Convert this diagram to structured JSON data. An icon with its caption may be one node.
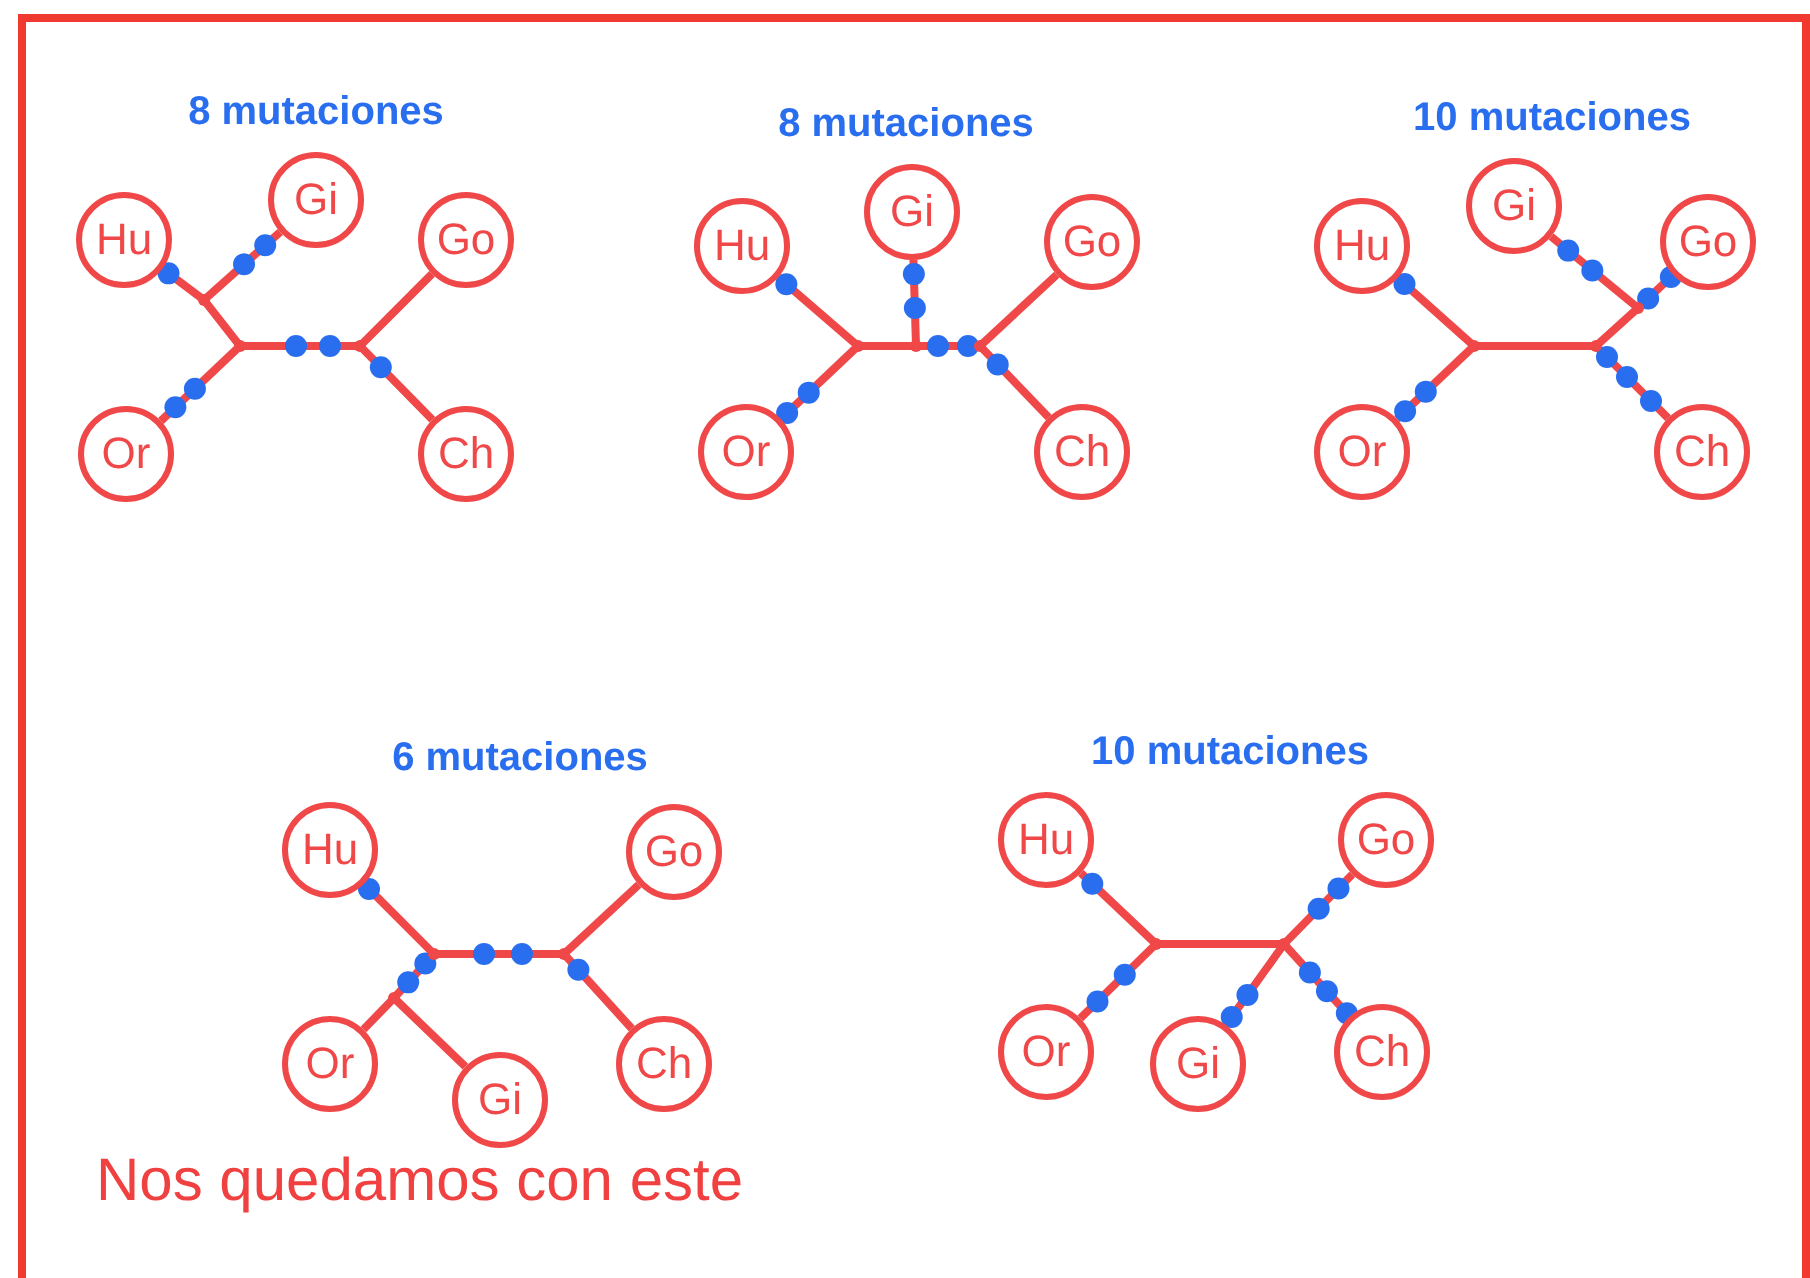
{
  "diagram": {
    "nodes": [
      {
        "text": [
          "Hu"
        ]
      },
      {
        "text": [
          "Gi"
        ]
      },
      {
        "text": [
          "Go"
        ]
      },
      {
        "text": [
          "Or"
        ]
      },
      {
        "text": [
          "Ch"
        ]
      },
      {
        "text": [],
        "shape": "point"
      },
      {
        "text": [],
        "shape": "point"
      },
      {
        "text": [],
        "shape": "point"
      },
      {
        "text": [
          "Hu"
        ]
      },
      {
        "text": [
          "Gi"
        ]
      },
      {
        "text": [
          "Go"
        ]
      },
      {
        "text": [
          "Or"
        ]
      },
      {
        "text": [
          "Ch"
        ]
      },
      {
        "text": [],
        "shape": "point"
      },
      {
        "text": [],
        "shape": "point"
      },
      {
        "text": [],
        "shape": "point"
      },
      {
        "text": [
          "Hu"
        ]
      },
      {
        "text": [
          "Gi"
        ]
      },
      {
        "text": [
          "Go"
        ]
      },
      {
        "text": [
          "Or"
        ]
      },
      {
        "text": [
          "Ch"
        ]
      },
      {
        "text": [],
        "shape": "point"
      },
      {
        "text": [],
        "shape": "point"
      },
      {
        "text": [],
        "shape": "point"
      },
      {
        "text": [
          "Hu"
        ]
      },
      {
        "text": [
          "Go"
        ]
      },
      {
        "text": [
          "Or"
        ]
      },
      {
        "text": [
          "Gi"
        ]
      },
      {
        "text": [
          "Ch"
        ]
      },
      {
        "text": [],
        "shape": "point"
      },
      {
        "text": [],
        "shape": "point"
      },
      {
        "text": [],
        "shape": "point"
      },
      {
        "text": [
          "Hu"
        ]
      },
      {
        "text": [
          "Go"
        ]
      },
      {
        "text": [
          "Or"
        ]
      },
      {
        "text": [
          "Gi"
        ]
      },
      {
        "text": [
          "Ch"
        ]
      },
      {
        "text": [],
        "shape": "point"
      },
      {
        "text": [],
        "shape": "point"
      }
    ],
    "edges": [
      {
        "from": 0,
        "to": 5,
        "arrow": "none"
      },
      {
        "from": 1,
        "to": 5,
        "arrow": "none"
      },
      {
        "from": 5,
        "to": 6,
        "arrow": "none"
      },
      {
        "from": 3,
        "to": 6,
        "arrow": "none"
      },
      {
        "from": 6,
        "to": 7,
        "arrow": "none"
      },
      {
        "from": 2,
        "to": 7,
        "arrow": "none"
      },
      {
        "from": 4,
        "to": 7,
        "arrow": "none"
      },
      {
        "from": 8,
        "to": 13,
        "arrow": "none"
      },
      {
        "from": 11,
        "to": 13,
        "arrow": "none"
      },
      {
        "from": 13,
        "to": 14,
        "arrow": "none"
      },
      {
        "from": 9,
        "to": 14,
        "arrow": "none"
      },
      {
        "from": 14,
        "to": 15,
        "arrow": "none"
      },
      {
        "from": 10,
        "to": 15,
        "arrow": "none"
      },
      {
        "from": 12,
        "to": 15,
        "arrow": "none"
      },
      {
        "from": 16,
        "to": 21,
        "arrow": "none"
      },
      {
        "from": 19,
        "to": 21,
        "arrow": "none"
      },
      {
        "from": 21,
        "to": 22,
        "arrow": "none"
      },
      {
        "from": 22,
        "to": 23,
        "arrow": "none"
      },
      {
        "from": 17,
        "to": 23,
        "arrow": "none"
      },
      {
        "from": 18,
        "to": 23,
        "arrow": "none"
      },
      {
        "from": 20,
        "to": 22,
        "arrow": "none"
      },
      {
        "from": 24,
        "to": 29,
        "arrow": "none"
      },
      {
        "from": 30,
        "to": 29,
        "arrow": "none"
      },
      {
        "from": 26,
        "to": 30,
        "arrow": "none"
      },
      {
        "from": 27,
        "to": 30,
        "arrow": "none"
      },
      {
        "from": 29,
        "to": 31,
        "arrow": "none"
      },
      {
        "from": 25,
        "to": 31,
        "arrow": "none"
      },
      {
        "from": 28,
        "to": 31,
        "arrow": "none"
      },
      {
        "from": 32,
        "to": 37,
        "arrow": "none"
      },
      {
        "from": 34,
        "to": 37,
        "arrow": "none"
      },
      {
        "from": 37,
        "to": 38,
        "arrow": "none"
      },
      {
        "from": 33,
        "to": 38,
        "arrow": "none"
      },
      {
        "from": 35,
        "to": 38,
        "arrow": "none"
      },
      {
        "from": 36,
        "to": 38,
        "arrow": "none"
      }
    ],
    "labels": [
      "8 mutaciones",
      "8 mutaciones",
      "10 mutaciones",
      "6 mutaciones",
      "10 mutaciones",
      "Nos quedamos con este"
    ]
  }
}
